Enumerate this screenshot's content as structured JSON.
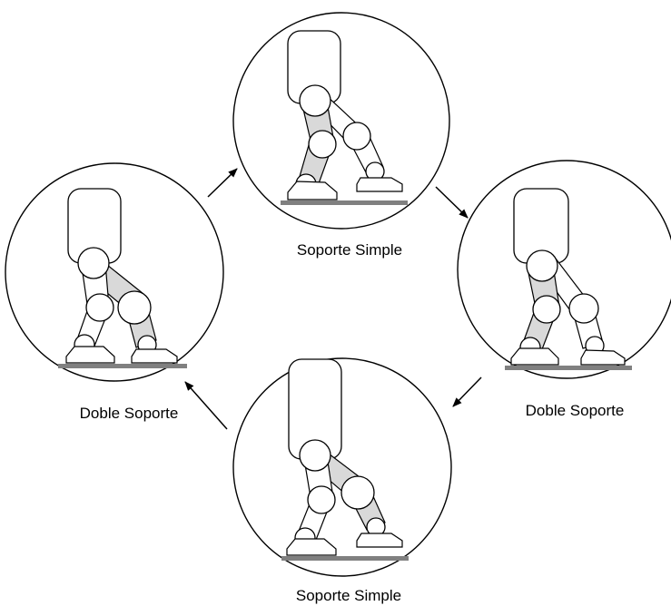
{
  "phases": [
    {
      "id": "top",
      "label": "Soporte Simple"
    },
    {
      "id": "right",
      "label": "Doble Soporte"
    },
    {
      "id": "bottom",
      "label": "Soporte Simple"
    },
    {
      "id": "left",
      "label": "Doble Soporte"
    }
  ],
  "colors": {
    "outline": "#000000",
    "ground": "#808080",
    "shaded_leg": "#d9d9d9",
    "background": "#ffffff"
  }
}
